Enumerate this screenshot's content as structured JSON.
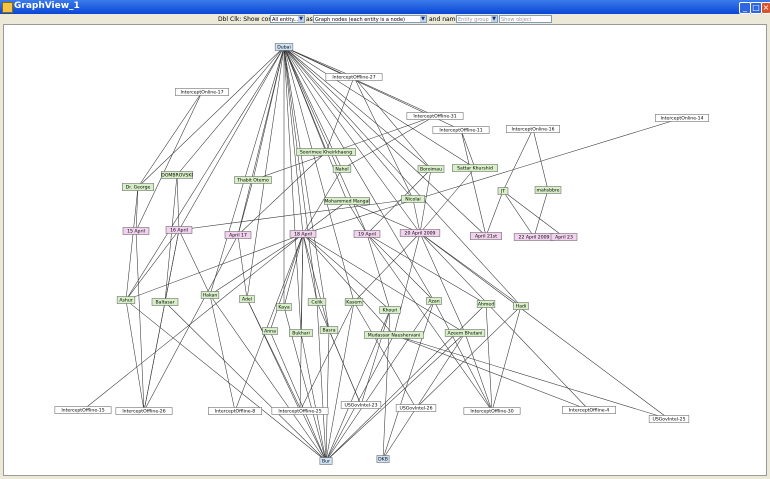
{
  "window": {
    "title": "GraphView_1"
  },
  "toolbar": {
    "dblclick_label": "Dbl Clk: Show connected",
    "connected_select": "All entity...",
    "as_label": "as",
    "mode_select": "Graph nodes (each entity is a node)",
    "name_as_label": "and name as",
    "name_select_placeholder": "Entity group",
    "show_object_placeholder": "Show object"
  },
  "colors": {
    "location": "#cfe3f7",
    "person": "#d8f0c8",
    "date": "#f2d2ee",
    "intercept": "#ffffff"
  },
  "nodes": [
    {
      "id": "dubai",
      "label": "Dubai",
      "type": "location"
    },
    {
      "id": "io27",
      "label": "InterceptOffline-27",
      "type": "intercept"
    },
    {
      "id": "ion17",
      "label": "InterceptOnline-17",
      "type": "intercept"
    },
    {
      "id": "io31",
      "label": "InterceptOffline-31",
      "type": "intercept"
    },
    {
      "id": "io11",
      "label": "InterceptOffline-11",
      "type": "intercept"
    },
    {
      "id": "ion16",
      "label": "InterceptOnline-16",
      "type": "intercept"
    },
    {
      "id": "ion14",
      "label": "InterceptOnline-14",
      "type": "intercept"
    },
    {
      "id": "soorimee",
      "label": "Soorimee Kheirkhaeng",
      "type": "person"
    },
    {
      "id": "nahol",
      "label": "Nahol",
      "type": "person"
    },
    {
      "id": "boroimau",
      "label": "Boroimau",
      "type": "person"
    },
    {
      "id": "sattar",
      "label": "Sattar Khurshid",
      "type": "person"
    },
    {
      "id": "thabit",
      "label": "Thabit Otemo",
      "type": "person"
    },
    {
      "id": "drgeorge",
      "label": "Dr. George",
      "type": "person"
    },
    {
      "id": "dombrovski",
      "label": "DOMBROVSKI",
      "type": "person"
    },
    {
      "id": "jt",
      "label": "JT",
      "type": "person"
    },
    {
      "id": "mahsbbre",
      "label": "mahsbbre",
      "type": "person"
    },
    {
      "id": "mohammed",
      "label": "Mohammed Mangal",
      "type": "person"
    },
    {
      "id": "nicolai",
      "label": "Nicolai",
      "type": "person"
    },
    {
      "id": "d15",
      "label": "15 April",
      "type": "date"
    },
    {
      "id": "d16",
      "label": "16 April",
      "type": "date"
    },
    {
      "id": "d17",
      "label": "April 17",
      "type": "date"
    },
    {
      "id": "d18",
      "label": "18 April",
      "type": "date"
    },
    {
      "id": "d19",
      "label": "19 April",
      "type": "date"
    },
    {
      "id": "d20",
      "label": "20 April 2009",
      "type": "date"
    },
    {
      "id": "d21",
      "label": "April 21st",
      "type": "date"
    },
    {
      "id": "d22",
      "label": "22 April 2009",
      "type": "date"
    },
    {
      "id": "d23",
      "label": "April 23",
      "type": "date"
    },
    {
      "id": "ashur",
      "label": "Ashur",
      "type": "person"
    },
    {
      "id": "baltasar",
      "label": "Baltasar",
      "type": "person"
    },
    {
      "id": "hakan",
      "label": "Hakan",
      "type": "person"
    },
    {
      "id": "adel",
      "label": "Adel",
      "type": "person"
    },
    {
      "id": "kaya",
      "label": "Kaya",
      "type": "person"
    },
    {
      "id": "celik",
      "label": "Celik",
      "type": "person"
    },
    {
      "id": "kasem",
      "label": "Kasem",
      "type": "person"
    },
    {
      "id": "khouri",
      "label": "Khouri",
      "type": "person"
    },
    {
      "id": "azan",
      "label": "Azan",
      "type": "person"
    },
    {
      "id": "ahmed",
      "label": "Ahmed",
      "type": "person"
    },
    {
      "id": "hadi",
      "label": "Hadi",
      "type": "person"
    },
    {
      "id": "anna",
      "label": "Anna",
      "type": "person"
    },
    {
      "id": "bukhari",
      "label": "Bukhari",
      "type": "person"
    },
    {
      "id": "basra",
      "label": "Basra",
      "type": "person"
    },
    {
      "id": "mudassar",
      "label": "Mudassar Naushervani",
      "type": "person"
    },
    {
      "id": "azeem",
      "label": "Azeem Bhutani",
      "type": "person"
    },
    {
      "id": "io15",
      "label": "InterceptOffline-15",
      "type": "intercept"
    },
    {
      "id": "io26",
      "label": "InterceptOffline-26",
      "type": "intercept"
    },
    {
      "id": "io8",
      "label": "InterceptOffline-8",
      "type": "intercept"
    },
    {
      "id": "io25",
      "label": "InterceptOffline-25",
      "type": "intercept"
    },
    {
      "id": "usg23",
      "label": "USGovIntel-23",
      "type": "intercept"
    },
    {
      "id": "usg26",
      "label": "USGovIntel-26",
      "type": "intercept"
    },
    {
      "id": "io30",
      "label": "InterceptOffline-30",
      "type": "intercept"
    },
    {
      "id": "io4",
      "label": "InterceptOffline-4",
      "type": "intercept"
    },
    {
      "id": "usg25",
      "label": "USGovIntel-25",
      "type": "intercept"
    },
    {
      "id": "bur",
      "label": "Bur",
      "type": "location"
    },
    {
      "id": "dkb",
      "label": "DKB",
      "type": "location"
    }
  ]
}
